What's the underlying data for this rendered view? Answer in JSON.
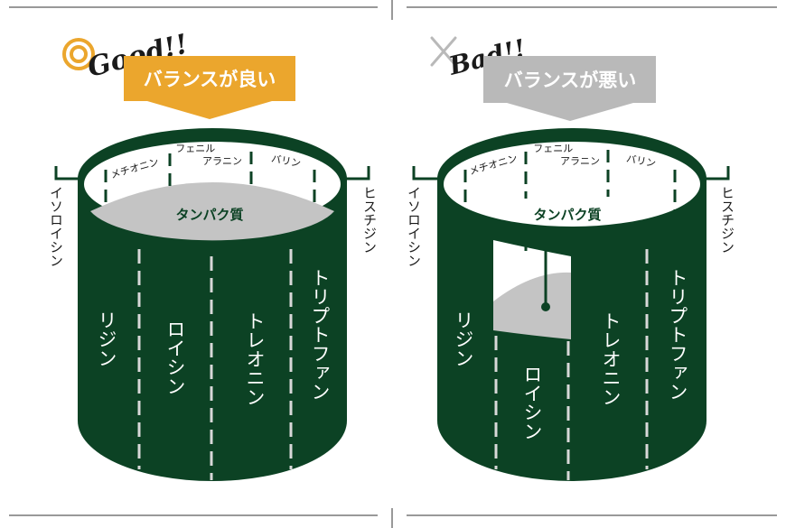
{
  "colors": {
    "stave": "#0c4224",
    "dash": "#d8d8d8",
    "protein": "#c4c4c4",
    "good_accent": "#eba62d",
    "bad_accent": "#b9b9b9",
    "text_dark": "#1a1a1a",
    "frame_line": "#333333"
  },
  "good": {
    "script_label": "Good!!",
    "mark_icon": "double-circle-icon",
    "banner": "バランスが良い",
    "staves_front": [
      "リジン",
      "ロイシン",
      "トレオニン",
      "トリプトファン"
    ],
    "staves_back": [
      "メチオニン",
      "フェニルアラニン",
      "バリン"
    ],
    "side_left": "イソロイシン",
    "side_right": "ヒスチジン",
    "protein": "タンパク質"
  },
  "bad": {
    "script_label": "Bad!!",
    "mark_icon": "cross-mark-icon",
    "banner": "バランスが悪い",
    "staves_front": [
      "リジン",
      "ロイシン",
      "トレオニン",
      "トリプトファン"
    ],
    "staves_back": [
      "メチオニン",
      "フェニルアラニン",
      "バリン"
    ],
    "side_left": "イソロイシン",
    "side_right": "ヒスチジン",
    "protein": "タンパク質"
  }
}
